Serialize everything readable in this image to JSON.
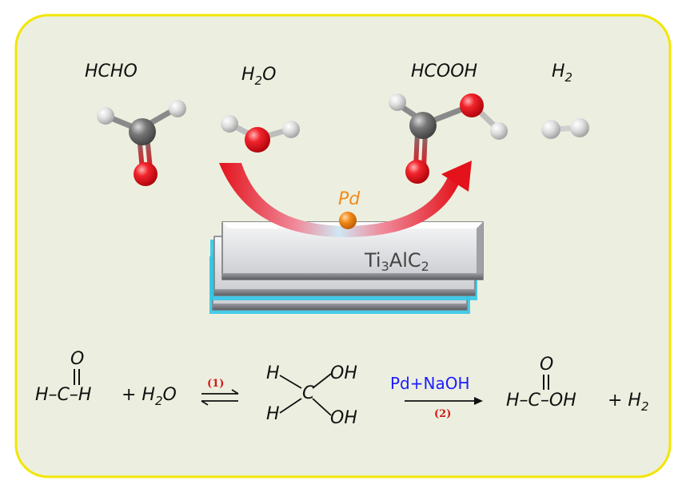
{
  "molecules": {
    "formaldehyde": "HCHO",
    "water": {
      "base": "H",
      "sub": "2",
      "tail": "O"
    },
    "formic_acid": "HCOOH",
    "hydrogen": {
      "base": "H",
      "sub": "2"
    }
  },
  "catalyst": {
    "metal": "Pd",
    "support": {
      "p1": "Ti",
      "s1": "3",
      "p2": "AlC",
      "s2": "2"
    }
  },
  "reaction": {
    "reactant": {
      "top_atom": "O",
      "double_bond": "||",
      "chain": "H–C–H",
      "plus_water": "+ H",
      "water_sub": "2",
      "water_tail": "O"
    },
    "step1_label": "(1)",
    "equilibrium_arrows": "⇄",
    "intermediate": {
      "h_top": "H",
      "h_bottom": "H",
      "carbon": "C",
      "oh_top": "OH",
      "oh_bottom": "OH"
    },
    "catalyst_label": "Pd+NaOH",
    "step2_label": "(2)",
    "product": {
      "top_atom": "O",
      "double_bond": "||",
      "chain": "H–C–OH",
      "plus_h2": "+ H",
      "h2_sub": "2"
    }
  },
  "colors": {
    "panel_fill": "#ecefdf",
    "panel_border": "#f2e600",
    "oxygen": "#e8141c",
    "carbon": "#6b6b6b",
    "hydrogen": "#d8d8d8",
    "palladium": "#f08a1c",
    "arrow": "#e3121b",
    "sheet_glow": "#33c7e8",
    "catalyst_label": "#1c1cff",
    "step_label": "#d11a1a"
  }
}
